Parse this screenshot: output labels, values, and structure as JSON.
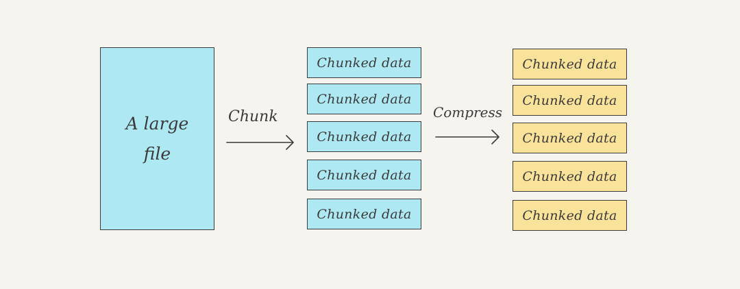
{
  "source": {
    "label": "A large file",
    "line1": "A large",
    "line2": "file"
  },
  "steps": {
    "chunk_label": "Chunk",
    "compress_label": "Compress"
  },
  "chunked": [
    "Chunked data",
    "Chunked data",
    "Chunked data",
    "Chunked data",
    "Chunked data"
  ],
  "compressed": [
    "Chunked data",
    "Chunked data",
    "Chunked data",
    "Chunked data",
    "Chunked data"
  ],
  "colors": {
    "raw_fill": "#aee8f2",
    "compressed_fill": "#f9e39b",
    "stroke": "#3a3a3a",
    "background": "#f6f4ef"
  }
}
